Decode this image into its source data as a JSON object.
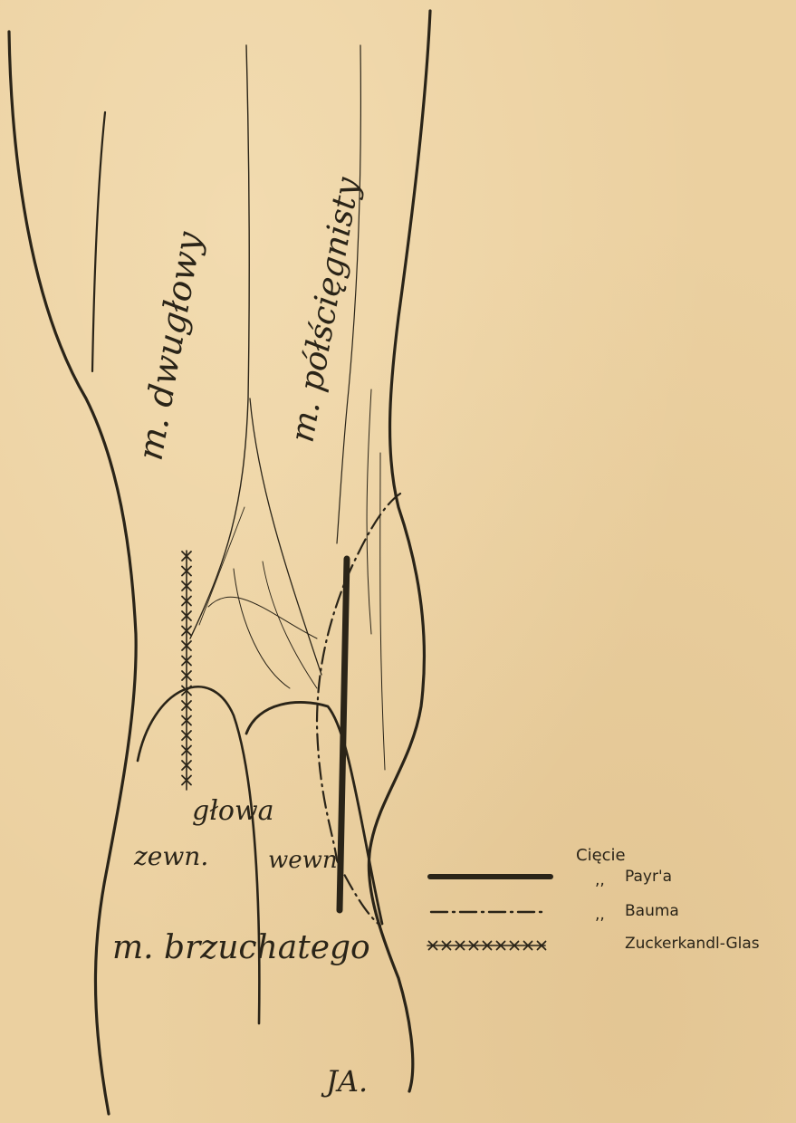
{
  "labels": {
    "biceps": "m. dwugłowy",
    "semitendinosus": "m. półścięgnisty",
    "head": "głowa",
    "lateral": "zewn.",
    "medial": "wewn.",
    "gastrocnemius": "m. brzuchatego",
    "signature": "JA."
  },
  "legend": {
    "heading": "Cięcie",
    "items": [
      {
        "ditto": ",,",
        "text": "Payr'a"
      },
      {
        "ditto": ",,",
        "text": "Bauma"
      },
      {
        "ditto": "",
        "text": "Zuckerkandl-Glas"
      }
    ]
  }
}
